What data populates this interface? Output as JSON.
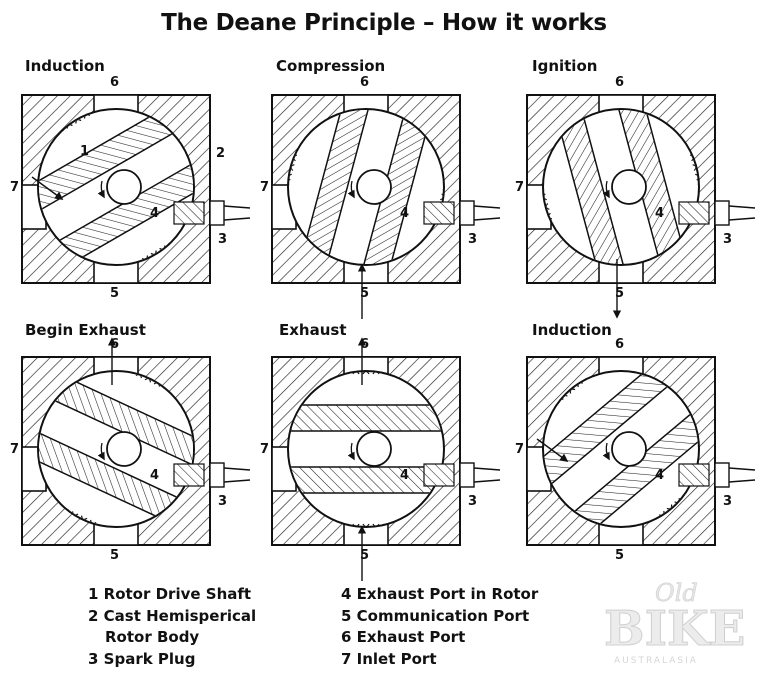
{
  "title": "The Deane Principle – How it works",
  "panels": [
    {
      "label": "Induction",
      "rot": -30,
      "n6": "6",
      "n5": "5",
      "n7": "7",
      "n3": "3",
      "num1": "1",
      "num2": "2",
      "num4": "4"
    },
    {
      "label": "Compression",
      "rot": -75,
      "n6": "6",
      "n5": "5",
      "n7": "7",
      "n3": "3",
      "num4": "4"
    },
    {
      "label": "Ignition",
      "rot": -105,
      "n6": "6",
      "n5": "5",
      "n7": "7",
      "n3": "3",
      "num4": "4"
    },
    {
      "label": "Begin Exhaust",
      "rot": 25,
      "n6": "6",
      "n5": "5",
      "n7": "7",
      "n3": "3",
      "num4": "4"
    },
    {
      "label": "Exhaust",
      "rot": 0,
      "n6": "6",
      "n5": "5",
      "n7": "7",
      "n3": "3",
      "num4": "4"
    },
    {
      "label": "Induction",
      "rot": -40,
      "n6": "6",
      "n5": "5",
      "n7": "7",
      "n3": "3",
      "num4": "4"
    }
  ],
  "legend": {
    "left": [
      "1 Rotor Drive Shaft",
      "2 Cast Hemisperical",
      "Rotor Body",
      "3 Spark Plug"
    ],
    "right": [
      "4 Exhaust Port in Rotor",
      "5 Communication Port",
      "6 Exhaust Port",
      "7 Inlet Port"
    ]
  },
  "watermark": {
    "line1": "Old",
    "line2": "BIKE",
    "line3": "AUSTRALASIA"
  }
}
